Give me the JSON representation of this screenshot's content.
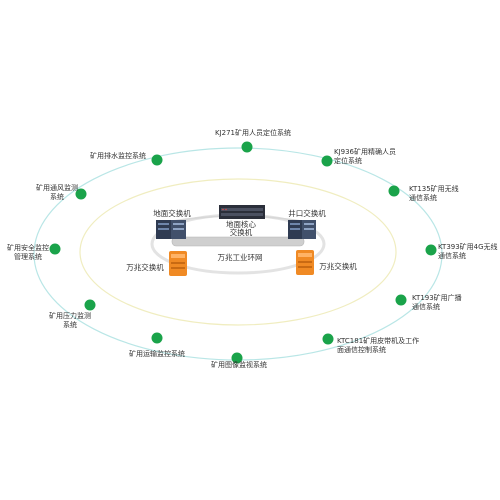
{
  "colors": {
    "node_green": "#1aa34a",
    "outer_ring": "#b9e6e6",
    "inner_ring": "#f0edc0",
    "pipe": "#cfcfcf",
    "switch_orange": "#f08a24",
    "server_dark": "#2b2f3a"
  },
  "systems": [
    {
      "lines": [
        "KJ271矿用人员定位系统"
      ]
    },
    {
      "lines": [
        "KJ936矿用精确人员",
        "定位系统"
      ]
    },
    {
      "lines": [
        "KT135矿用无线",
        "通信系统"
      ]
    },
    {
      "lines": [
        "KT393矿用4G无线",
        "通信系统"
      ]
    },
    {
      "lines": [
        "KT193矿用广播",
        "通信系统"
      ]
    },
    {
      "lines": [
        "KTC181矿用皮带机及工作",
        "面通信控制系统"
      ]
    },
    {
      "lines": [
        "矿用图像监视系统"
      ]
    },
    {
      "lines": [
        "矿用运输监控系统"
      ]
    },
    {
      "lines": [
        "矿用压力监测",
        "系统"
      ]
    },
    {
      "lines": [
        "矿用安全监控",
        "管理系统"
      ]
    },
    {
      "lines": [
        "矿用通风监测",
        "系统"
      ]
    },
    {
      "lines": [
        "矿用排水监控系统"
      ]
    }
  ],
  "center": {
    "ground_switch": "地面交换机",
    "core_switch_1": "地面核心",
    "core_switch_2": "交换机",
    "shaft_switch": "井口交换机",
    "gigabit_switch_left": "万兆交换机",
    "gigabit_switch_right": "万兆交换机",
    "ring_network": "万兆工业环网"
  }
}
